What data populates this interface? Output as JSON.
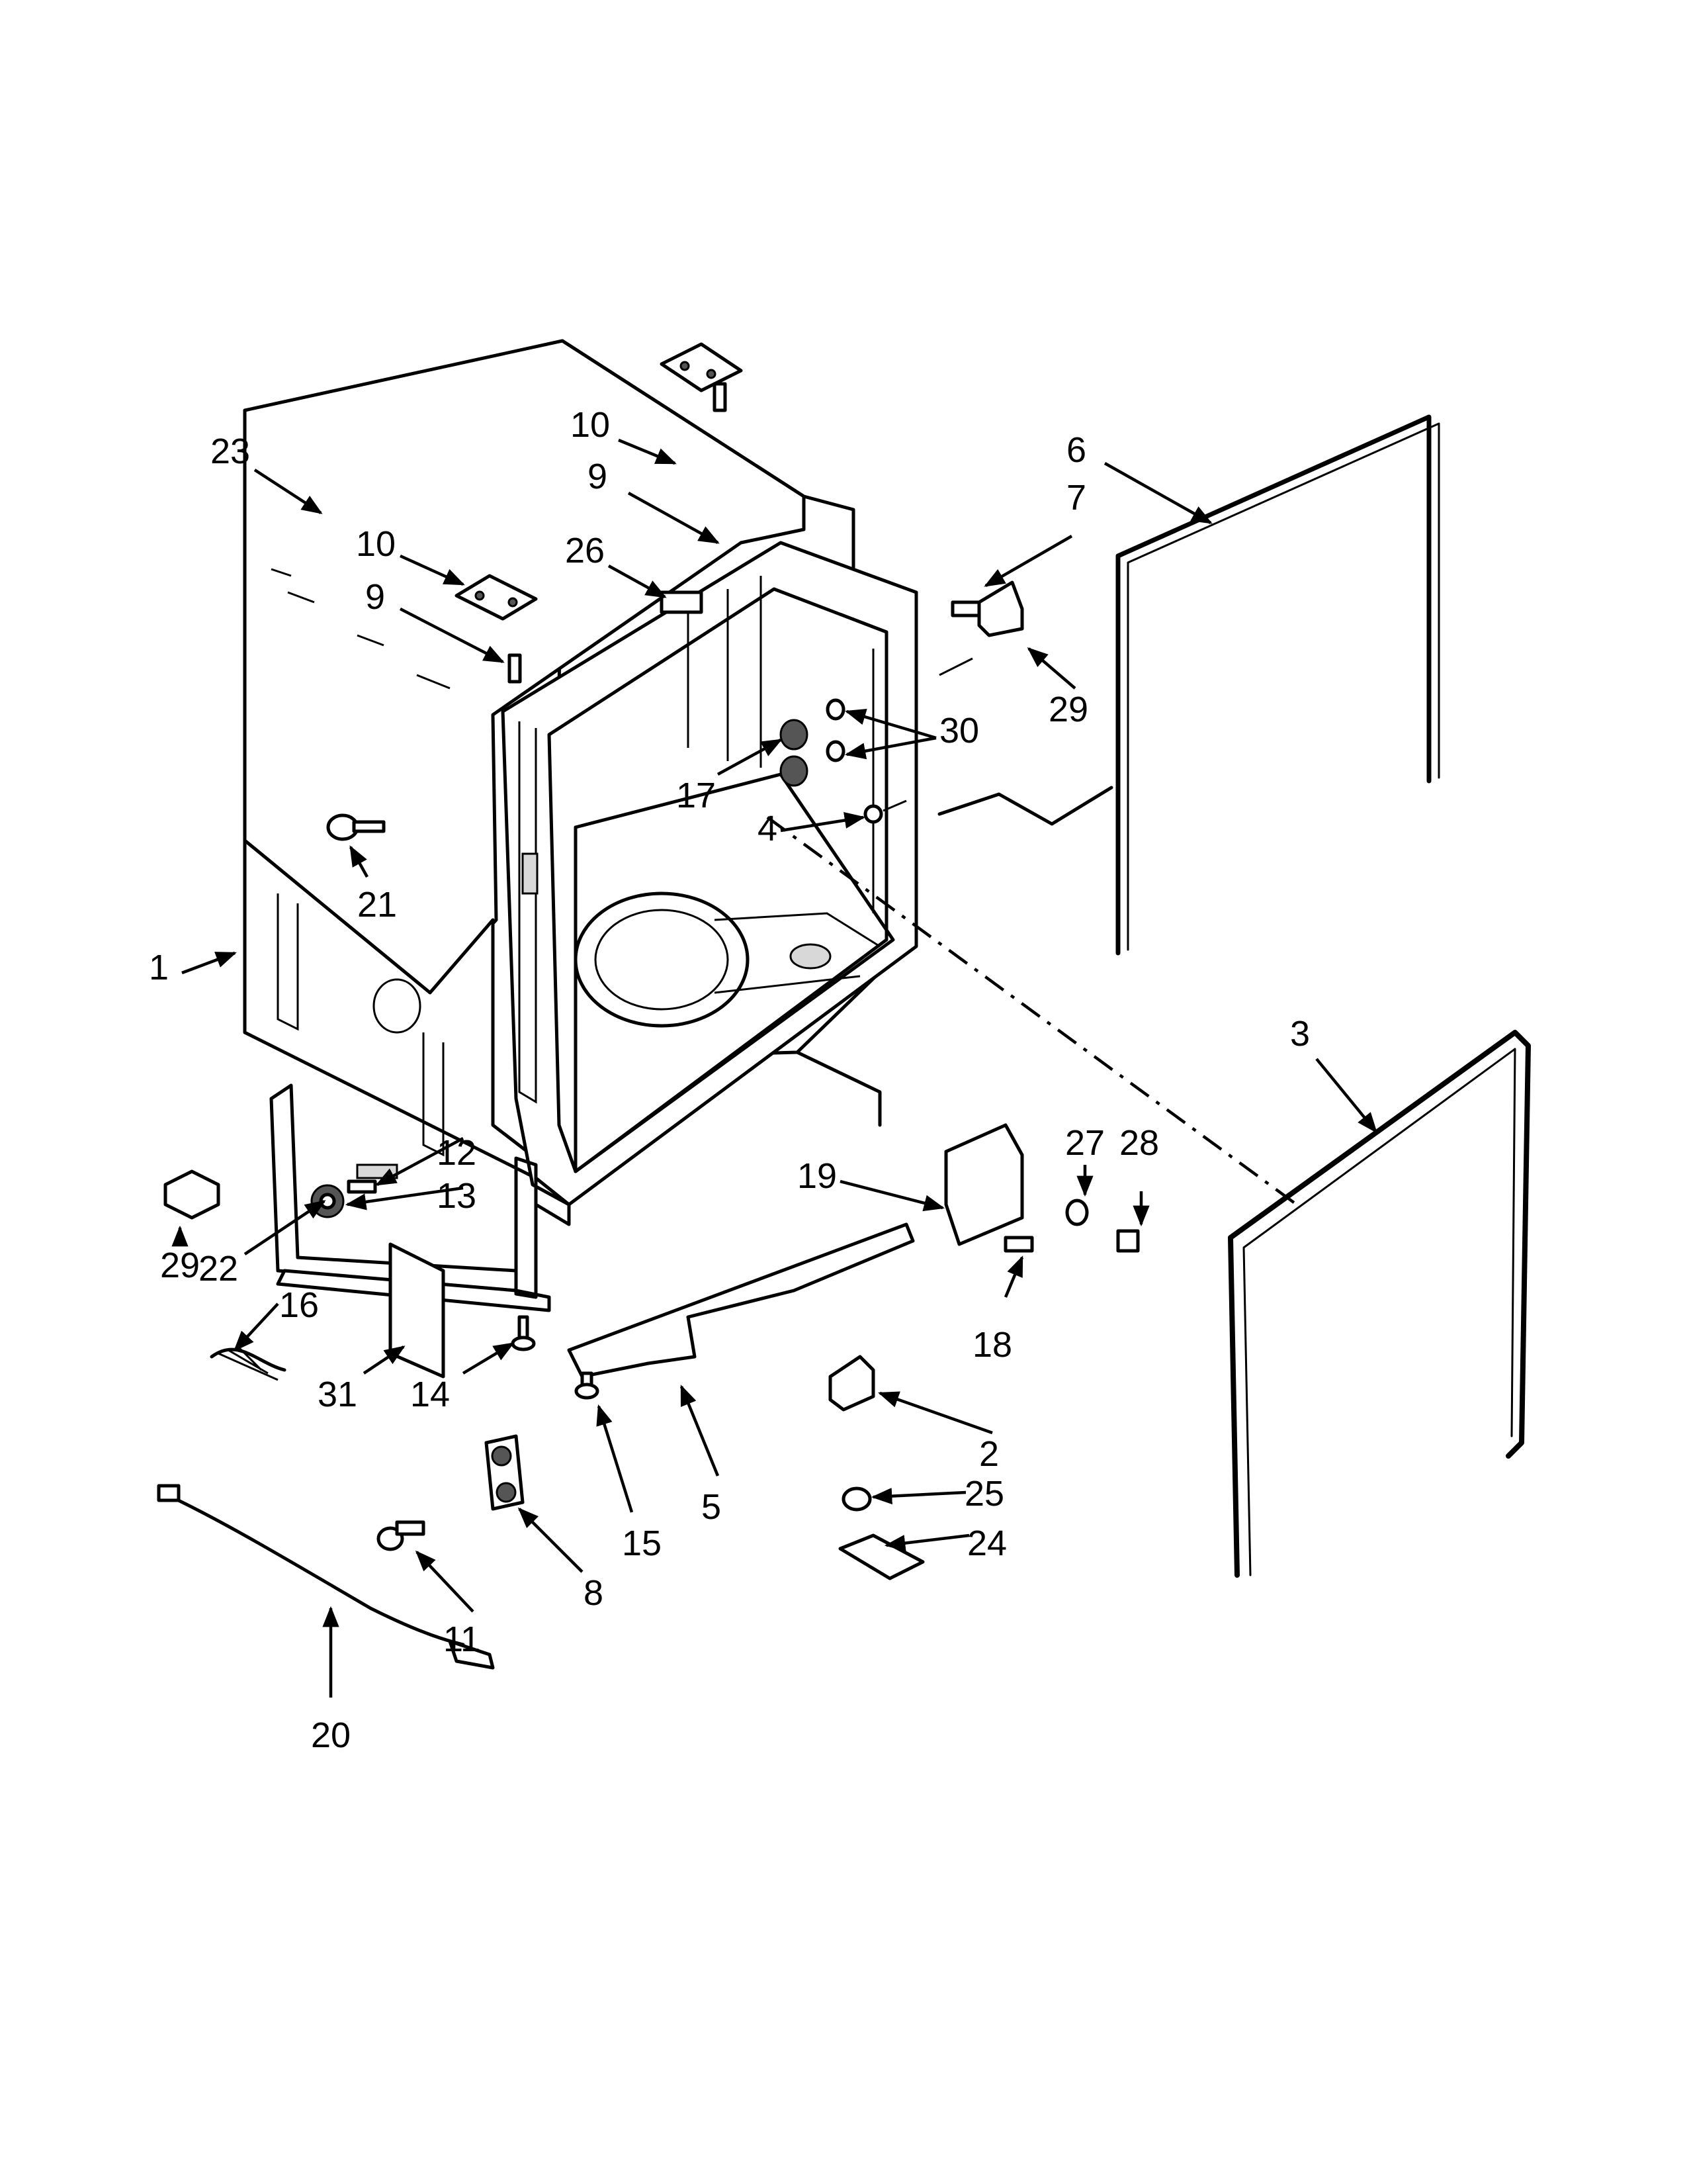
{
  "callouts": [
    {
      "id": "c23a",
      "label": "23"
    },
    {
      "id": "c10a",
      "label": "10"
    },
    {
      "id": "c9a",
      "label": "9"
    },
    {
      "id": "c10b",
      "label": "10"
    },
    {
      "id": "c9b",
      "label": "9"
    },
    {
      "id": "c26",
      "label": "26"
    },
    {
      "id": "c6",
      "label": "6"
    },
    {
      "id": "c7",
      "label": "7"
    },
    {
      "id": "c29a",
      "label": "29"
    },
    {
      "id": "c30",
      "label": "30"
    },
    {
      "id": "c17",
      "label": "17"
    },
    {
      "id": "c4",
      "label": "4"
    },
    {
      "id": "c21",
      "label": "21"
    },
    {
      "id": "c1",
      "label": "1"
    },
    {
      "id": "c3",
      "label": "3"
    },
    {
      "id": "c27",
      "label": "27"
    },
    {
      "id": "c28",
      "label": "28"
    },
    {
      "id": "c19",
      "label": "19"
    },
    {
      "id": "c12",
      "label": "12"
    },
    {
      "id": "c13",
      "label": "13"
    },
    {
      "id": "c29b",
      "label": "29"
    },
    {
      "id": "c22",
      "label": "22"
    },
    {
      "id": "c18",
      "label": "18"
    },
    {
      "id": "c16",
      "label": "16"
    },
    {
      "id": "c31",
      "label": "31"
    },
    {
      "id": "c14",
      "label": "14"
    },
    {
      "id": "c2",
      "label": "2"
    },
    {
      "id": "c5",
      "label": "5"
    },
    {
      "id": "c15",
      "label": "15"
    },
    {
      "id": "c25",
      "label": "25"
    },
    {
      "id": "c24",
      "label": "24"
    },
    {
      "id": "c8",
      "label": "8"
    },
    {
      "id": "c11",
      "label": "11"
    },
    {
      "id": "c20",
      "label": "20"
    }
  ]
}
